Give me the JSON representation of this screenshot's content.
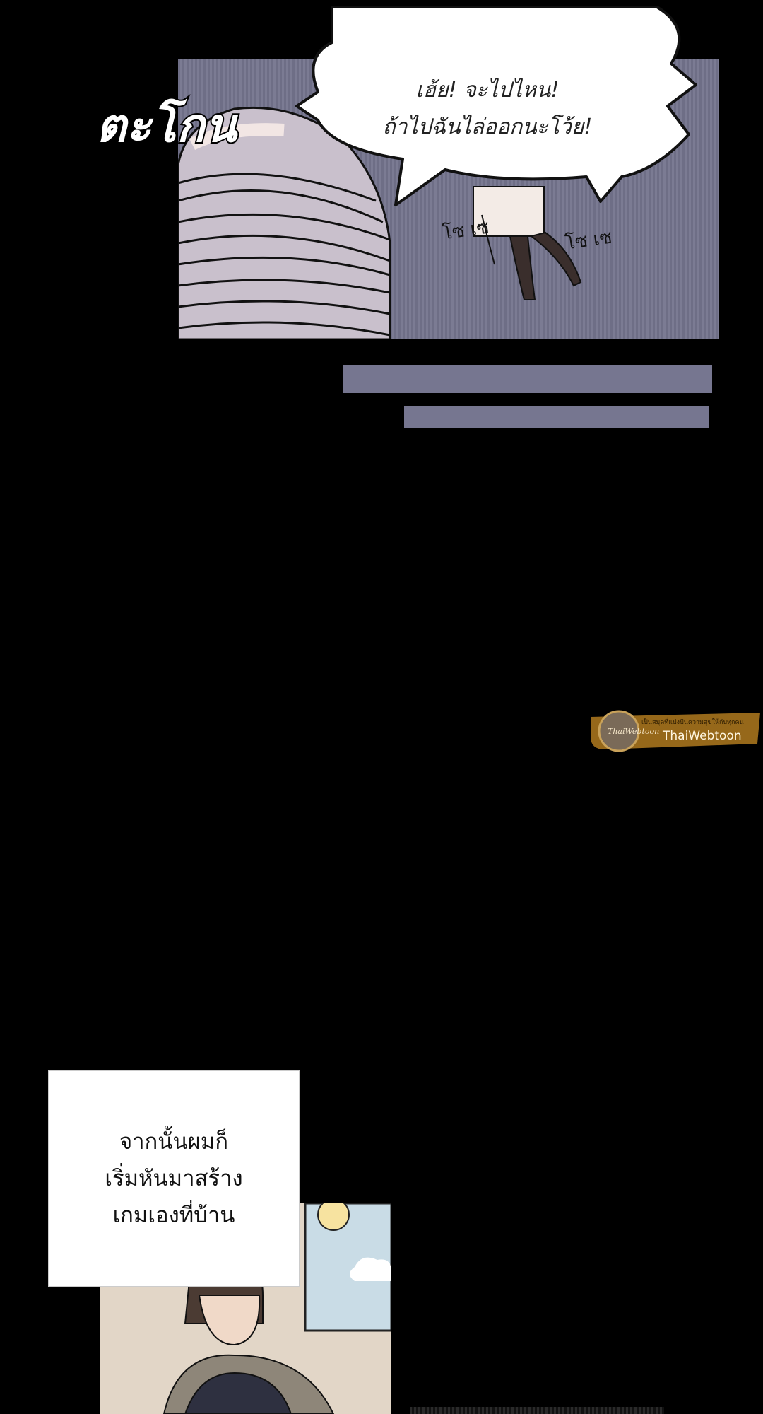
{
  "top_panel": {
    "sfx_shout": "ตะโกน",
    "speech_bubble": {
      "line_1": "เฮ้ย! จะไปไหน!",
      "line_2": "ถ้าไปฉันไล่ออกนะโว้ย!"
    },
    "sfx_footstep_1": "โซ เซ",
    "sfx_footstep_2": "โซ เซ"
  },
  "watermark": {
    "tagline": "เป็นสมุดที่แบ่งปันความสุขให้กับทุกคน",
    "brand": "ThaiWebtoon"
  },
  "narration": {
    "line_1": "จากนั้นผมก็",
    "line_2": "เริ่มหันมาสร้าง",
    "line_3": "เกมเองที่บ้าน"
  },
  "colors": {
    "background": "#000000",
    "panel_stripe": "#737389",
    "watermark_gold": "#b07a1e"
  }
}
